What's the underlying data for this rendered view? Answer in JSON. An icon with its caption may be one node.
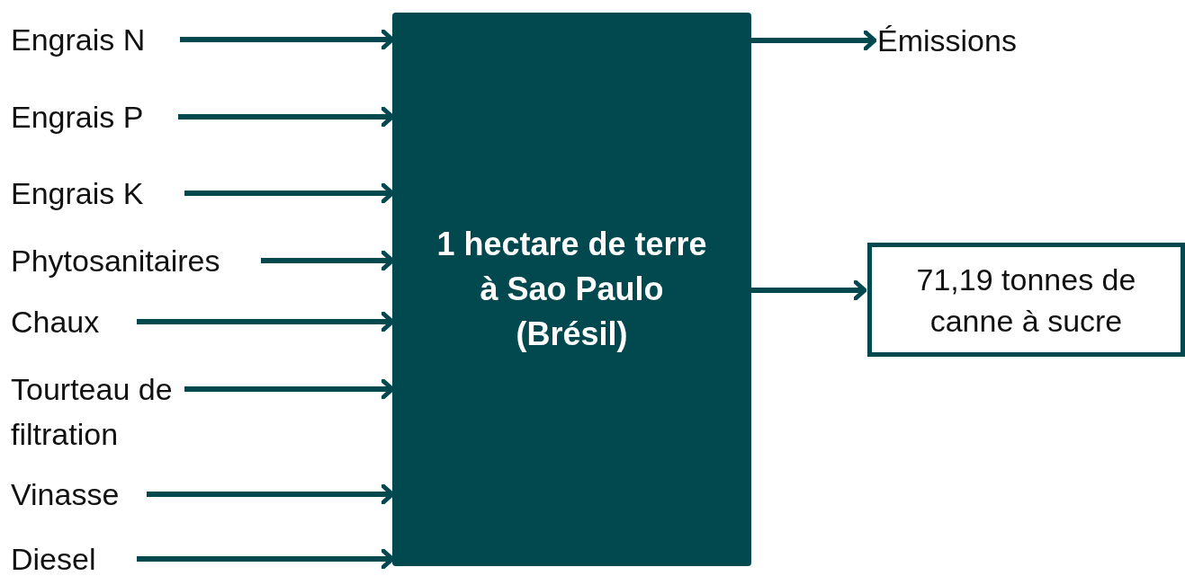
{
  "diagram": {
    "nodes": [
      {
        "text": [
          "1 hectare de terre à Sao Paulo (Brésil)"
        ]
      },
      {
        "text": [
          "Engrais N"
        ]
      },
      {
        "text": [
          "Engrais P"
        ]
      },
      {
        "text": [
          "Engrais K"
        ]
      },
      {
        "text": [
          "Phytosanitaires"
        ]
      },
      {
        "text": [
          "Chaux"
        ]
      },
      {
        "text": [
          "Tourteau de filtration"
        ]
      },
      {
        "text": [
          "Vinasse"
        ]
      },
      {
        "text": [
          "Diesel"
        ]
      },
      {
        "text": [
          "Émissions"
        ]
      },
      {
        "text": [
          "71,19 tonnes de canne à sucre"
        ]
      }
    ],
    "edges": [
      {
        "from": 1,
        "to": 0,
        "arrow": "to"
      },
      {
        "from": 2,
        "to": 0,
        "arrow": "to"
      },
      {
        "from": 3,
        "to": 0,
        "arrow": "to"
      },
      {
        "from": 4,
        "to": 0,
        "arrow": "to"
      },
      {
        "from": 5,
        "to": 0,
        "arrow": "to"
      },
      {
        "from": 6,
        "to": 0,
        "arrow": "to"
      },
      {
        "from": 7,
        "to": 0,
        "arrow": "to"
      },
      {
        "from": 8,
        "to": 0,
        "arrow": "to"
      },
      {
        "from": 0,
        "to": 9,
        "arrow": "to"
      },
      {
        "from": 0,
        "to": 10,
        "arrow": "to"
      }
    ]
  }
}
